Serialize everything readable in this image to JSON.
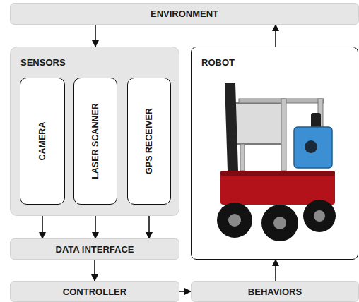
{
  "diagram": {
    "nodes": [
      {
        "text": [
          "ENVIRONMENT"
        ]
      },
      {
        "text": [
          "SENSORS"
        ]
      },
      {
        "text": [
          "CAMERA"
        ],
        "in": 1
      },
      {
        "text": [
          "LASER SCANNER"
        ],
        "in": 1
      },
      {
        "text": [
          "GPS RECEIVER"
        ],
        "in": 1
      },
      {
        "text": [
          "ROBOT"
        ]
      },
      {
        "text": [
          "DATA INTERFACE"
        ]
      },
      {
        "text": [
          "CONTROLLER"
        ]
      },
      {
        "text": [
          "BEHAVIORS"
        ]
      }
    ],
    "edges": [
      {
        "from": 0,
        "to": 1,
        "arrow": "to"
      },
      {
        "from": 2,
        "to": 6,
        "arrow": "to"
      },
      {
        "from": 3,
        "to": 6,
        "arrow": "to"
      },
      {
        "from": 4,
        "to": 6,
        "arrow": "to"
      },
      {
        "from": 6,
        "to": 7,
        "arrow": "to"
      },
      {
        "from": 7,
        "to": 8,
        "arrow": "to"
      },
      {
        "from": 8,
        "to": 5,
        "arrow": "to"
      },
      {
        "from": 5,
        "to": 0,
        "arrow": "to"
      }
    ]
  }
}
